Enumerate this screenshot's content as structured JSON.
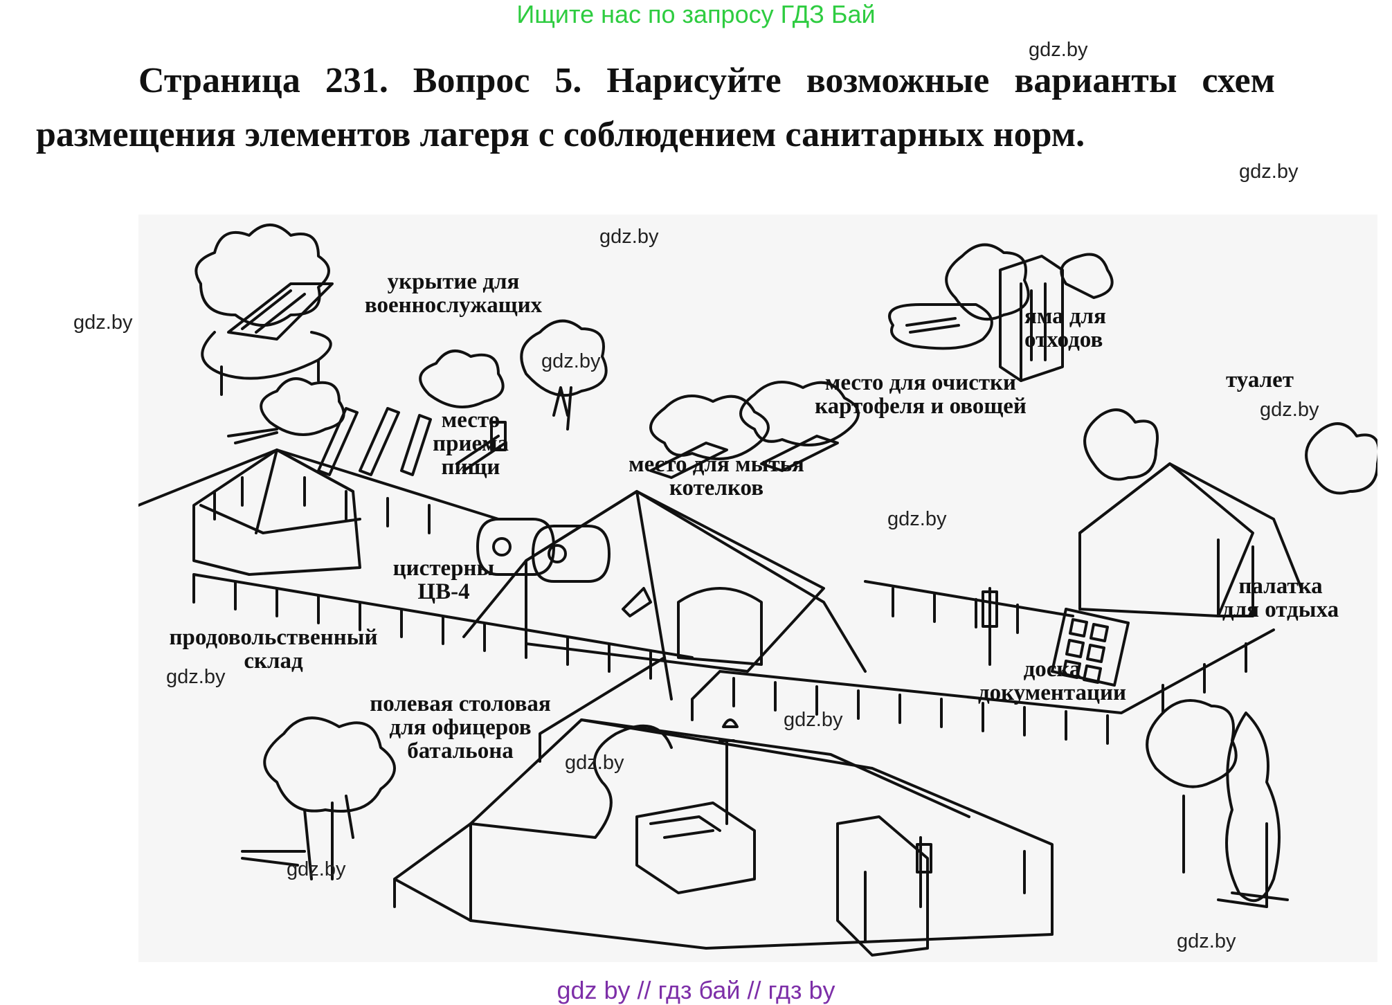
{
  "banner": "Ищите нас по запросу ГДЗ Бай",
  "question": "Страница 231. Вопрос 5. Нарисуйте возможные варианты схем размещения элементов лагеря с соблюдением санитарных норм.",
  "watermark": "gdz.by",
  "figure": {
    "labels": {
      "shelter": "укрытие для военнослужащих",
      "meal_place": "место приема пищи",
      "waste_pit": "яма для отходов",
      "toilet": "туалет",
      "veg_place": "место для очистки картофеля и овощей",
      "pot_wash": "место для мытья котелков",
      "tanks": "цистерны ЦВ-4",
      "food_store": "продовольственный склад",
      "rest_tent": "палатка для отдыха",
      "doc_board": "доска документации",
      "canteen": "полевая столовая для офицеров батальона"
    }
  },
  "footer": "gdz by  //  гдз бай  //  гдз by"
}
